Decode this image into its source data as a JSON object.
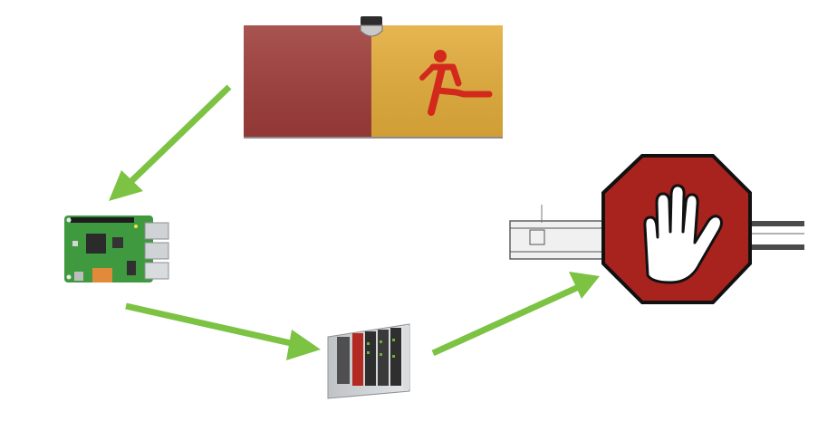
{
  "diagram": {
    "nodes": [
      {
        "id": "door-sensor",
        "icon": "running-man-icon"
      },
      {
        "id": "raspberry-pi",
        "icon": "circuit-board-icon"
      },
      {
        "id": "plc",
        "icon": "plc-rack-icon"
      },
      {
        "id": "stop-machine",
        "icon": "stop-hand-icon"
      }
    ],
    "edges": [
      {
        "from": "door-sensor",
        "to": "raspberry-pi"
      },
      {
        "from": "raspberry-pi",
        "to": "plc"
      },
      {
        "from": "plc",
        "to": "stop-machine"
      }
    ],
    "colors": {
      "arrow": "#7cc243",
      "door_left": "#9e3d3a",
      "door_right": "#e3ac3a",
      "runner": "#d2291c",
      "pcb": "#3f9a3f",
      "stop_red": "#a8221e",
      "stop_border": "#111111"
    }
  }
}
